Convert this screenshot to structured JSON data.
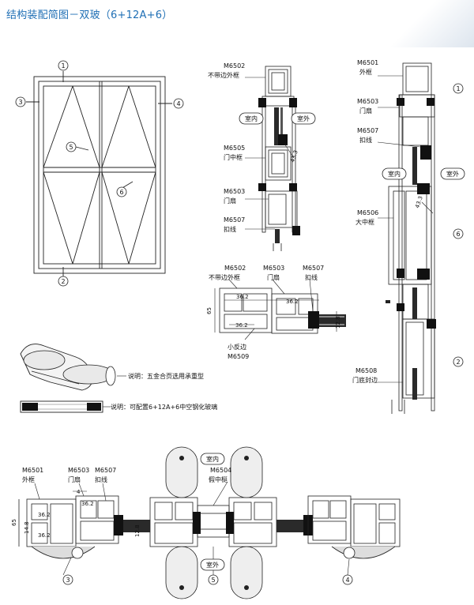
{
  "title": "结构装配简图－双玻（6+12A+6）",
  "door": {
    "circle_1": "1",
    "circle_2": "2",
    "circle_3": "3",
    "circle_4": "4",
    "circle_5": "5",
    "circle_6": "6"
  },
  "vsec1": {
    "p1_code": "M6502",
    "p1_name": "不带边外框",
    "indoor": "室内",
    "outdoor": "室外",
    "p2_code": "M6505",
    "p2_name": "门中框",
    "p3_code": "M6503",
    "p3_name": "门扇",
    "p4_code": "M6507",
    "p4_name": "扣线",
    "dim": "43.3"
  },
  "vsec2": {
    "p1_code": "M6501",
    "p1_name": "外框",
    "p2_code": "M6503",
    "p2_name": "门扇",
    "p3_code": "M6507",
    "p3_name": "扣线",
    "indoor": "室内",
    "outdoor": "室外",
    "p4_code": "M6506",
    "p4_name": "大中框",
    "p5_code": "M6508",
    "p5_name": "门底封边",
    "dim": "43.3",
    "c1": "1",
    "c6": "6",
    "c2": "2"
  },
  "hsec_mid": {
    "p1_code": "M6502",
    "p1_name": "不带边外框",
    "p2_code": "M6503",
    "p2_name": "门扇",
    "p3_code": "M6507",
    "p3_name": "扣线",
    "p4_name": "小反边",
    "p4_code": "M6509",
    "d1": "36.2",
    "d2": "36.2",
    "d3": "36.2",
    "d4": "65",
    "d5": "12.8"
  },
  "notes": {
    "hinge": "说明：五金合页选用承重型",
    "glass": "说明：可配置6+12A+6中空钢化玻璃"
  },
  "hsec_bottom": {
    "p1_code": "M6501",
    "p1_name": "外框",
    "p2_code": "M6503",
    "p2_name": "门扇",
    "p3_code": "M6507",
    "p3_name": "扣线",
    "p4_code": "M6504",
    "p4_name": "假中梃",
    "indoor": "室内",
    "outdoor": "室外",
    "d_a": "36.2",
    "d_b": "36.2",
    "d_c": "36.2",
    "d_d": "4",
    "d_e": "65",
    "d_f": "14.8",
    "d_g": "12.8",
    "c3": "3",
    "c5": "5",
    "c4": "4"
  }
}
